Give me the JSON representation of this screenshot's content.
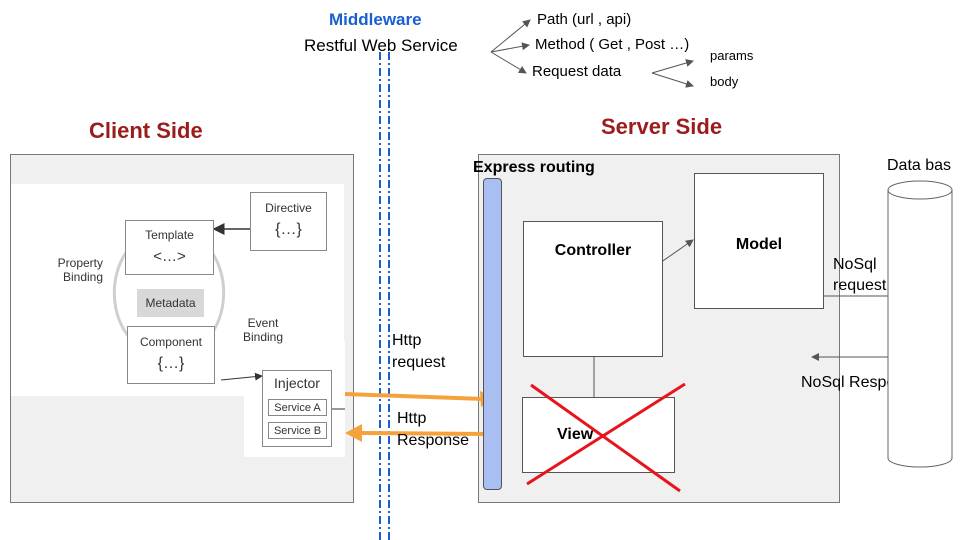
{
  "colors": {
    "middleware_blue": "#1a5fd0",
    "header_red": "#9b1c1c",
    "arrow_orange": "#f6a23c",
    "route_bar": "#a9bff2",
    "cross_red": "#e8141c",
    "panel_gray": "#f0f0f0"
  },
  "top": {
    "middleware": "Middleware",
    "restful": "Restful Web Service",
    "branches": [
      "Path (url , api)",
      "Method ( Get , Post …)",
      "Request data"
    ],
    "request_data_branches": [
      "params",
      "body"
    ]
  },
  "client": {
    "header": "Client Side",
    "directive": "Directive",
    "directive_sym": "{…}",
    "template": "Template",
    "template_sym": "<…>",
    "metadata": "Metadata",
    "component": "Component",
    "component_sym": "{…}",
    "property_binding": "Property Binding",
    "event_binding": "Event Binding",
    "injector": "Injector",
    "service_a": "Service A",
    "service_b": "Service B"
  },
  "middle": {
    "http_request": "Http request",
    "http_response": "Http Response"
  },
  "server": {
    "header": "Server Side",
    "routing": "Express routing",
    "controller": "Controller",
    "model": "Model",
    "view": "View",
    "nosql_request": "NoSql request",
    "nosql_response": "NoSql Response",
    "database": "Data bas"
  }
}
